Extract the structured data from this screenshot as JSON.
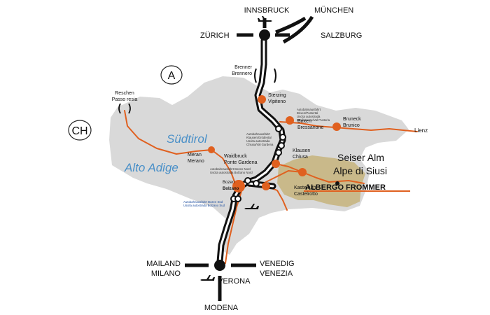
{
  "map": {
    "region": {
      "name_de": "Südtirol",
      "name_it": "Alto Adige"
    },
    "countries": {
      "austria": "A",
      "switzerland": "CH"
    },
    "directions": {
      "north": "INNSBRUCK",
      "northeast": "MÜNCHEN",
      "west_top": "ZÜRICH",
      "east_top": "SALZBURG",
      "mailand": "MAILAND",
      "milano": "MILANO",
      "venedig": "VENEDIG",
      "venezia": "VENEZIA",
      "verona": "VERONA",
      "modena": "MODENA",
      "lienz": "Lienz"
    },
    "places": {
      "brenner_de": "Brenner",
      "brenner_it": "Brennero",
      "reschen_de": "Reschen",
      "reschen_it": "Passo resia",
      "sterzing_de": "Sterzing",
      "sterzing_it": "Vipiteno",
      "brixen_de": "Brixen",
      "brixen_it": "Bressanone",
      "bruneck_de": "Bruneck",
      "bruneck_it": "Brunico",
      "meran_de": "Meran",
      "meran_it": "Merano",
      "waidbruck_de": "Waidbruck",
      "waidbruck_it": "Ponte Gardena",
      "klausen_de": "Klausen",
      "klausen_it": "Chiusa",
      "bozen_de": "Bozen",
      "bozen_it": "Bolzano",
      "kastelruth_de": "Kastelruth",
      "kastelruth_it": "Castelrotto",
      "seiser_alm": "Seiser Alm",
      "alpe_di_siusi": "Alpe di Siusi",
      "hotel": "ALBERGO FROMMER"
    },
    "exits": {
      "brixen_1": "Autobahnausfahrt",
      "brixen_2": "Brixen/Pustertal",
      "brixen_3": "Uscita autostrada",
      "brixen_4": "Bressanone/Val Pusteria",
      "klausen_1": "Autobahnausfahrt",
      "klausen_2": "Klausen/Grödental",
      "klausen_3": "Uscita autostrada",
      "klausen_4": "Chiusa/Val Gardena",
      "bozen_nord_1": "Autobahnausfahrt Bozen Nord",
      "bozen_nord_2": "Uscita autostrada Bolzano Nord",
      "bozen_sued_1": "Autobahnausfahrt Bozen Süd",
      "bozen_sued_2": "Uscita autostrada Bolzano Sud"
    },
    "colors": {
      "land": "#d9d9d9",
      "seiser_area": "#c9b98a",
      "road_orange": "#e0601f",
      "motorway": "#111111",
      "region_label": "#4a90c8"
    }
  }
}
